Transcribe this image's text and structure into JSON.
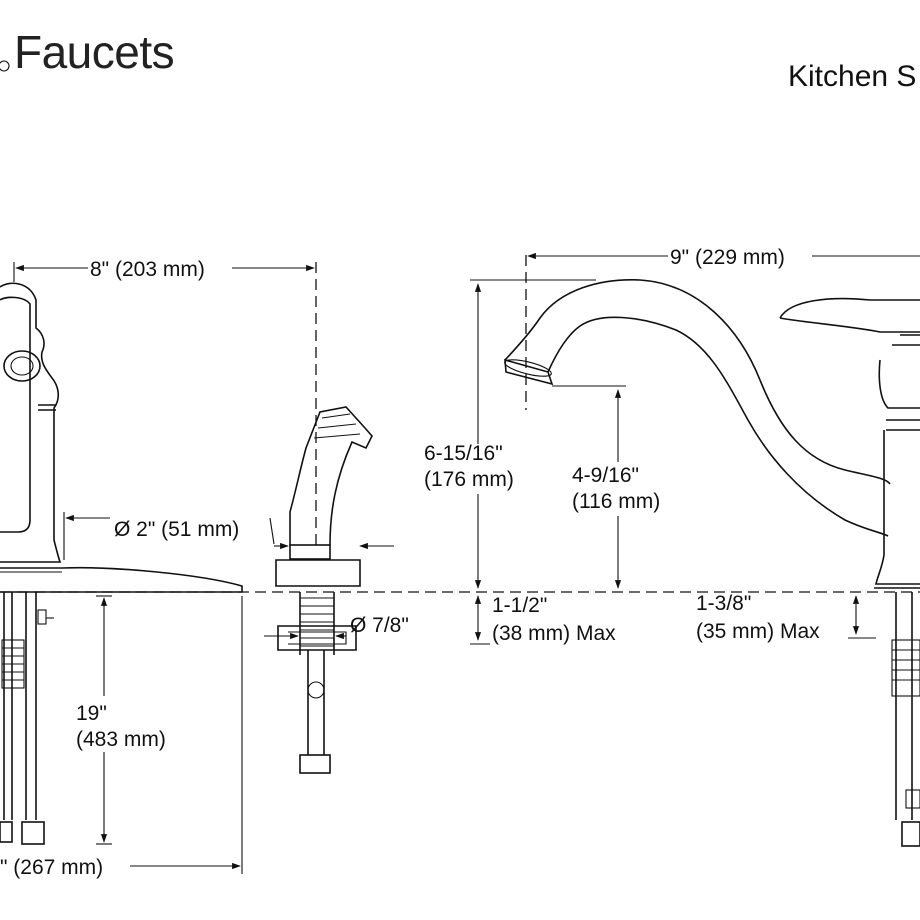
{
  "header": {
    "brand": "Faucets",
    "title": "Kitchen S"
  },
  "dimensions": {
    "width_faucet": "8\" (203 mm)",
    "spout_reach": "9\" (229 mm)",
    "escutcheon_dia": "Ø 2\" (51 mm)",
    "spray_hole_dia": "Ø 7/8\"",
    "overall_height_a": "6-15/16\"",
    "overall_height_b": "(176 mm)",
    "spout_height_a": "4-9/16\"",
    "spout_height_b": "(116 mm)",
    "deck_max_a_1": "1-1/2\"",
    "deck_max_a_2": "(38 mm) Max",
    "deck_max_b_1": "1-3/8\"",
    "deck_max_b_2": "(35 mm) Max",
    "supply_len_a": "19\"",
    "supply_len_b": "(483 mm)",
    "base_width": "\" (267 mm)"
  }
}
